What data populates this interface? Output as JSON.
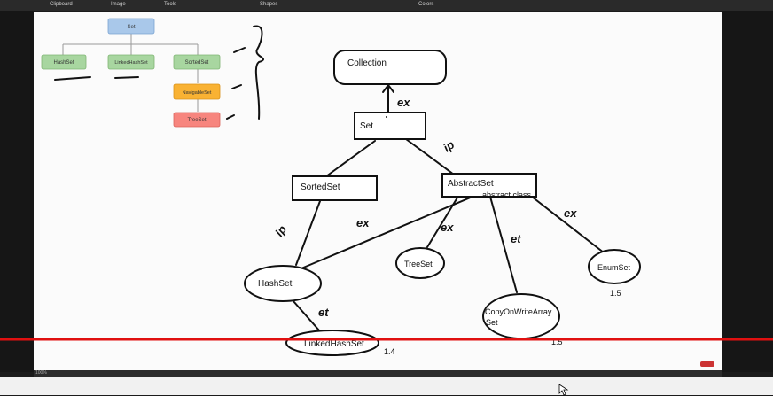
{
  "menu": [
    {
      "label": "Clipboard"
    },
    {
      "label": "Image"
    },
    {
      "label": "Tools"
    },
    {
      "label": "Shapes"
    },
    {
      "label": "Colors"
    }
  ],
  "status": {
    "zoom": "100%"
  },
  "legend": {
    "root": "Set",
    "children": [
      "HashSet",
      "LinkedHashSet",
      "SortedSet"
    ],
    "navigable": "NavigableSet",
    "treeset": "TreeSet",
    "colors": {
      "blue": "#a9c8ea",
      "green": "#a8d6a0",
      "orange": "#f9b233",
      "red": "#f7857e"
    }
  },
  "diagram": {
    "collection": "Collection",
    "set": "Set",
    "sortedset": "SortedSet",
    "abstractset": "AbstractSet",
    "abstract_note": "abstract class",
    "hashset": "HashSet",
    "treeset": "TreeSet",
    "enumset": "EnumSet",
    "enumset_ver": "1.5",
    "cow_line1": "CopyOnWriteArray",
    "cow_line2": "Set",
    "cow_ver": "1.5",
    "linkedhashset": "LinkedHashSet",
    "linkedhashset_ver": "1.4"
  },
  "annotations": {
    "set_collection": "ex",
    "set_abstract": "ip",
    "sorted_hash": "ip",
    "abstract_hash": "ex",
    "abstract_tree": "ex",
    "abstract_cow": "et",
    "abstract_enum": "ex",
    "hash_linked": "et"
  },
  "accent": "#e01010"
}
